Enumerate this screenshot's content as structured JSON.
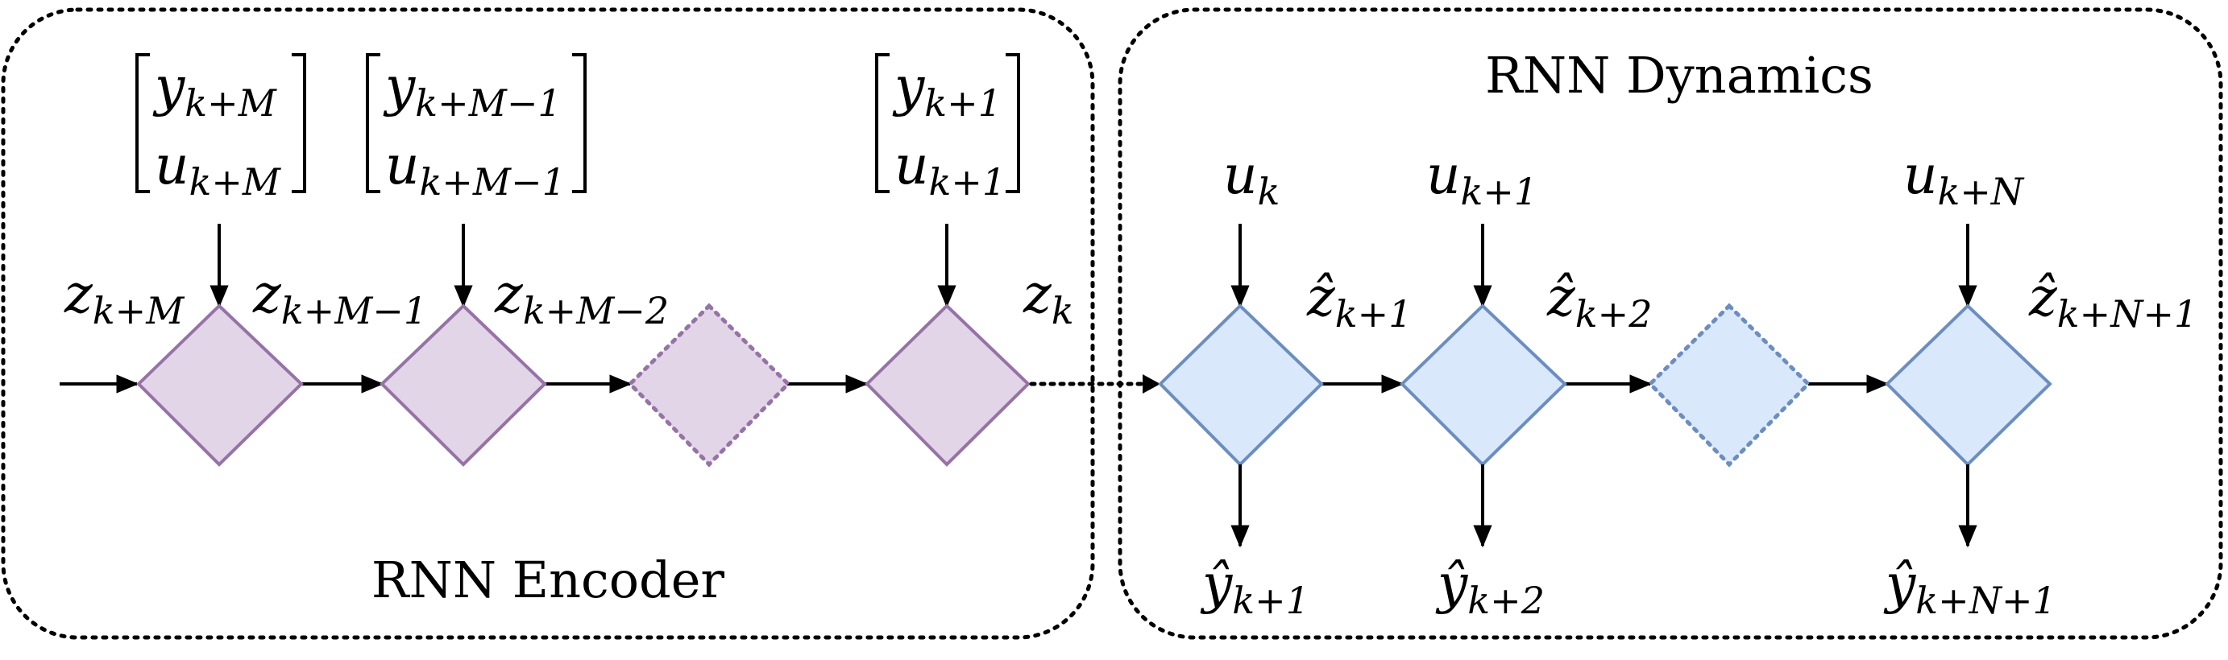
{
  "colors": {
    "encoder_fill": "#e1d5e7",
    "encoder_stroke": "#9673a6",
    "dynamics_fill": "#dae8fc",
    "dynamics_stroke": "#6c8ebf"
  },
  "encoder": {
    "title": "RNN Encoder",
    "inputs": [
      {
        "top_base": "y",
        "top_sub": "k+M",
        "bottom_base": "u",
        "bottom_sub": "k+M"
      },
      {
        "top_base": "y",
        "top_sub": "k+M−1",
        "bottom_base": "u",
        "bottom_sub": "k+M−1"
      },
      {
        "top_base": "y",
        "top_sub": "k+1",
        "bottom_base": "u",
        "bottom_sub": "k+1"
      }
    ],
    "states": [
      {
        "base": "z",
        "sub": "k+M"
      },
      {
        "base": "z",
        "sub": "k+M−1"
      },
      {
        "base": "z",
        "sub": "k+M−2"
      },
      {
        "base": "z",
        "sub": "k"
      }
    ]
  },
  "dynamics": {
    "title": "RNN Dynamics",
    "inputs": [
      {
        "base": "u",
        "sub": "k"
      },
      {
        "base": "u",
        "sub": "k+1"
      },
      {
        "base": "u",
        "sub": "k+N"
      }
    ],
    "states": [
      {
        "base": "ẑ",
        "sub": "k+1"
      },
      {
        "base": "ẑ",
        "sub": "k+2"
      },
      {
        "base": "ẑ",
        "sub": "k+N+1"
      }
    ],
    "outputs": [
      {
        "base": "ŷ",
        "sub": "k+1"
      },
      {
        "base": "ŷ",
        "sub": "k+2"
      },
      {
        "base": "ŷ",
        "sub": "k+N+1"
      }
    ]
  }
}
